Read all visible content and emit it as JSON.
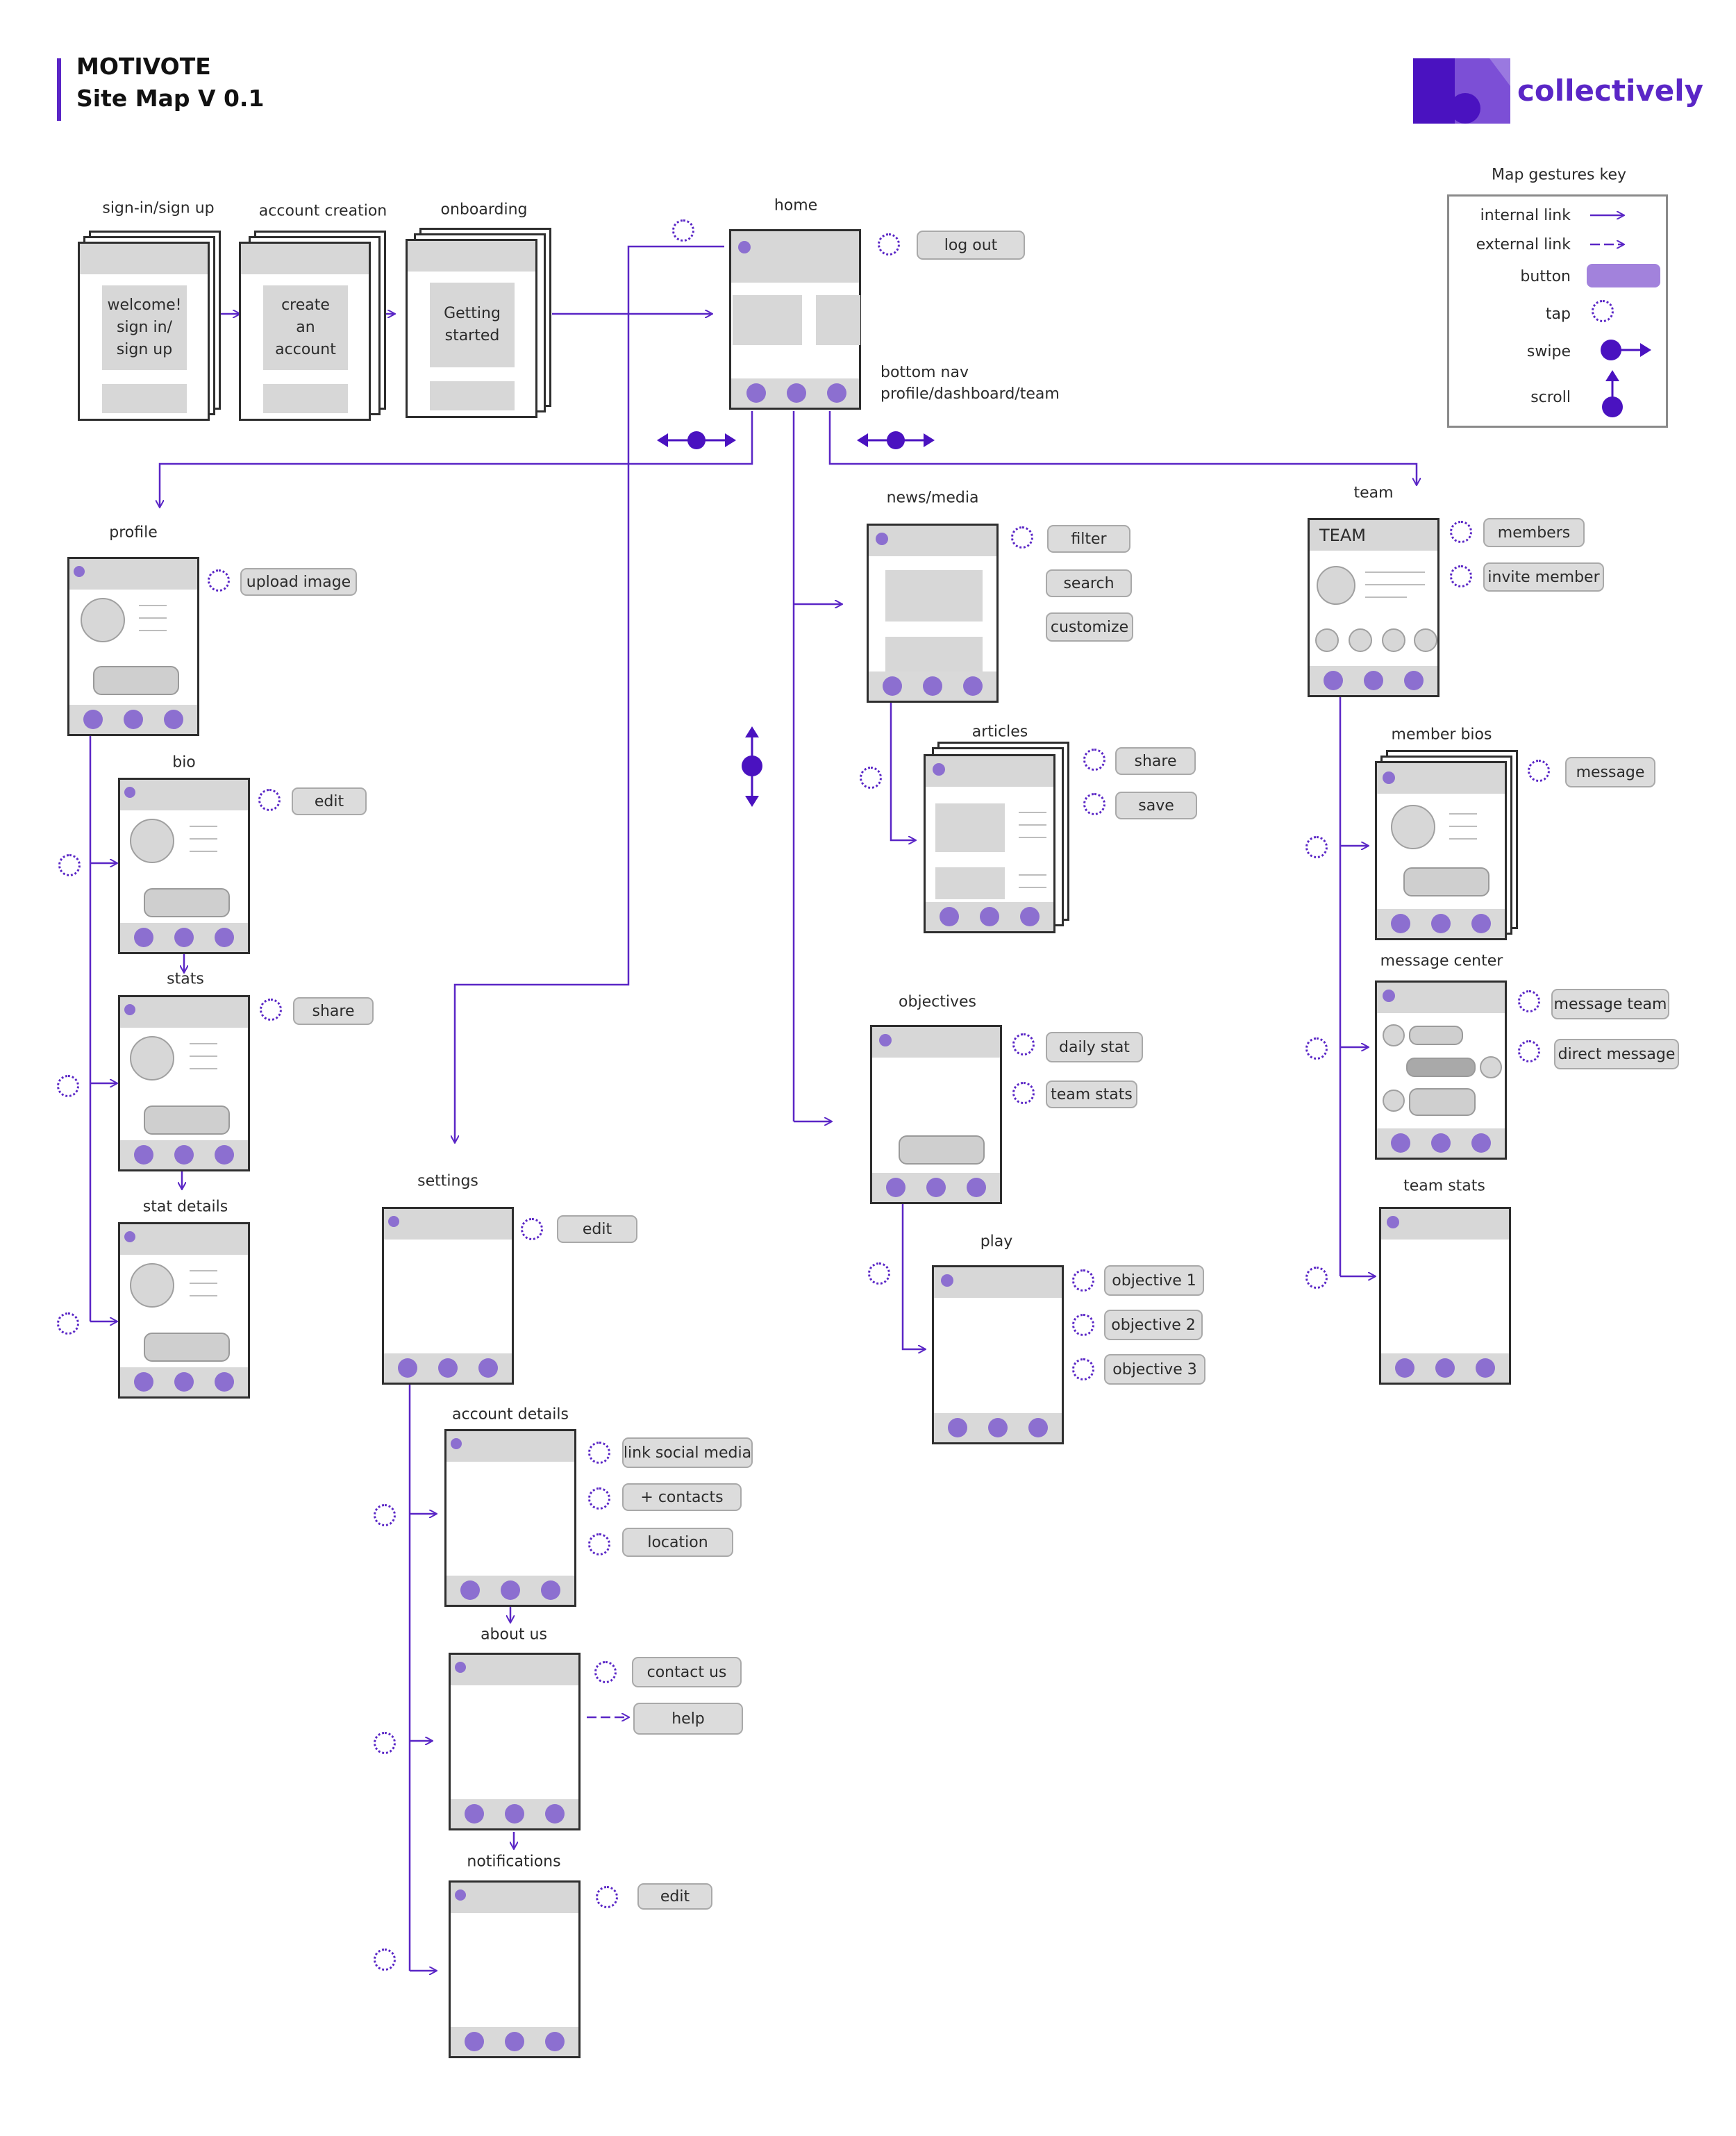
{
  "title": {
    "line1": "MOTIVOTE",
    "line2": "Site Map V 0.1"
  },
  "brand": {
    "name": "collectively",
    "color": "#5a26c6"
  },
  "colors": {
    "accent": "#5a26c6",
    "dot": "#8c6fd0",
    "button_fill": "#dcdcdc"
  },
  "key": {
    "title": "Map gestures key",
    "internal_link": "internal link",
    "external_link": "external link",
    "button": "button",
    "tap": "tap",
    "swipe": "swipe",
    "scroll": "scroll"
  },
  "screens": {
    "signin": {
      "label": "sign-in/sign up",
      "content": "welcome!\nsign in/\nsign up"
    },
    "account_creation": {
      "label": "account creation",
      "content": "create\nan\naccount"
    },
    "onboarding": {
      "label": "onboarding",
      "content": "Getting\nstarted"
    },
    "home": {
      "label": "home",
      "button": "log out",
      "note_line1": "bottom nav",
      "note_line2": "profile/dashboard/team"
    },
    "profile": {
      "label": "profile",
      "button": "upload image"
    },
    "bio": {
      "label": "bio",
      "button": "edit"
    },
    "stats": {
      "label": "stats",
      "button": "share"
    },
    "stat_details": {
      "label": "stat details"
    },
    "settings": {
      "label": "settings",
      "button": "edit"
    },
    "account_details": {
      "label": "account details",
      "buttons": [
        "link social media",
        "+ contacts",
        "location"
      ]
    },
    "about_us": {
      "label": "about us",
      "buttons": [
        "contact us",
        "help"
      ]
    },
    "notifications": {
      "label": "notifications",
      "button": "edit"
    },
    "news_media": {
      "label": "news/media",
      "buttons": [
        "filter",
        "search",
        "customize"
      ]
    },
    "articles": {
      "label": "articles",
      "buttons": [
        "share",
        "save"
      ]
    },
    "objectives": {
      "label": "objectives",
      "buttons": [
        "daily stat",
        "team stats"
      ]
    },
    "play": {
      "label": "play",
      "buttons": [
        "objective 1",
        "objective 2",
        "objective 3"
      ]
    },
    "team": {
      "label": "team",
      "header": "TEAM",
      "buttons": [
        "members",
        "invite member"
      ]
    },
    "member_bios": {
      "label": "member bios",
      "button": "message"
    },
    "message_center": {
      "label": "message center",
      "buttons": [
        "message team",
        "direct message"
      ]
    },
    "team_stats": {
      "label": "team stats"
    }
  }
}
